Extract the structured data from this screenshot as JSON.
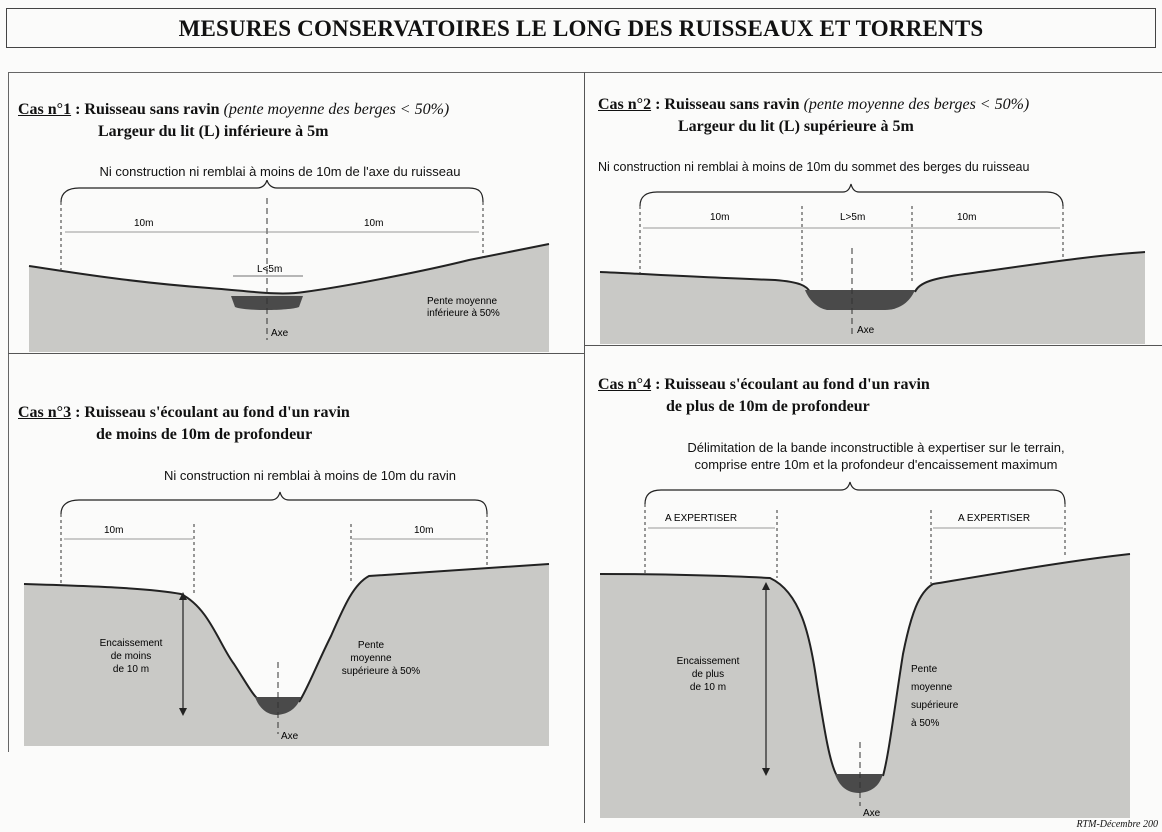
{
  "title": "MESURES CONSERVATOIRES LE LONG DES RUISSEAUX ET TORRENTS",
  "footer": "RTM-Décembre 200",
  "cases": [
    {
      "number": "Cas n°1",
      "separator": " : ",
      "title": "Ruisseau sans ravin",
      "note": "(pente moyenne des berges < 50%)",
      "subtitle": "Largeur du lit (L) inférieure à 5m",
      "rule": "Ni construction ni remblai à moins de 10m de l'axe du ruisseau",
      "dim_left": "10m",
      "dim_right": "10m",
      "dim_mid": "L<5m",
      "axis": "Axe",
      "slope": [
        "Pente moyenne",
        "inférieure à 50%"
      ]
    },
    {
      "number": "Cas n°2",
      "separator": " : ",
      "title": "Ruisseau sans ravin",
      "note": "(pente moyenne des berges < 50%)",
      "subtitle": "Largeur du lit (L) supérieure à 5m",
      "rule": "Ni construction ni remblai à moins de 10m du sommet des berges du ruisseau",
      "dim_left": "10m",
      "dim_mid": "L>5m",
      "dim_right": "10m",
      "axis": "Axe"
    },
    {
      "number": "Cas n°3",
      "separator": " : ",
      "title": "Ruisseau s'écoulant au fond d'un ravin",
      "subtitle": "de moins de 10m de profondeur",
      "rule": "Ni construction ni remblai à moins de 10m du ravin",
      "dim_left": "10m",
      "dim_right": "10m",
      "axis": "Axe",
      "depth": [
        "Encaissement",
        "de moins",
        "de 10 m"
      ],
      "slope": [
        "Pente",
        "moyenne",
        "supérieure à 50%"
      ]
    },
    {
      "number": "Cas n°4",
      "separator": " : ",
      "title": "Ruisseau s'écoulant au fond d'un ravin",
      "subtitle": "de plus de 10m de profondeur",
      "rule": [
        "Délimitation de la bande inconstructible à expertiser sur le terrain,",
        "comprise entre 10m et la profondeur d'encaissement maximum"
      ],
      "dim_left": "A EXPERTISER",
      "dim_right": "A EXPERTISER",
      "axis": "Axe",
      "depth": [
        "Encaissement",
        "de plus",
        "de 10 m"
      ],
      "slope": [
        "Pente",
        "moyenne",
        "supérieure",
        "à 50%"
      ]
    }
  ],
  "colors": {
    "terrain": "#c7c7c4",
    "water": "#4a4a4a",
    "line": "#222222"
  }
}
